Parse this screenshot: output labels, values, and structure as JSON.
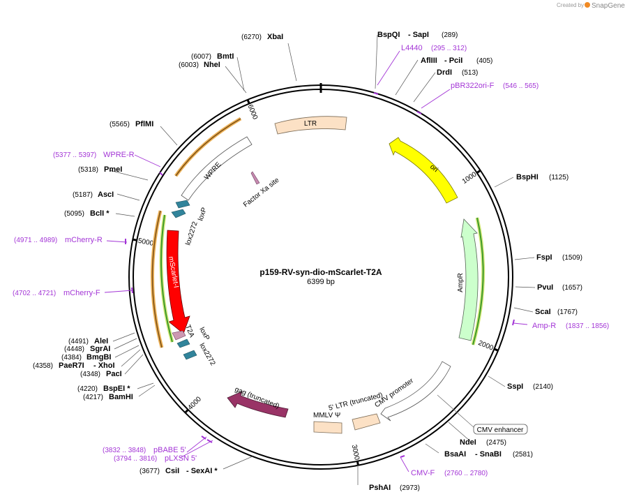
{
  "branding": {
    "created_by": "Created by",
    "product": "SnapGene"
  },
  "map": {
    "name": "p159-RV-syn-dio-mScarlet-T2A",
    "size_label": "6399 bp",
    "total_bp": 6399
  },
  "ticks": [
    {
      "bp": 1000,
      "label": "1000"
    },
    {
      "bp": 2000,
      "label": "2000"
    },
    {
      "bp": 3000,
      "label": "3000"
    },
    {
      "bp": 4000,
      "label": "4000"
    },
    {
      "bp": 5000,
      "label": "5000"
    },
    {
      "bp": 6000,
      "label": "6000"
    }
  ],
  "enzymes": [
    {
      "name": "XbaI",
      "pos": "(6270)"
    },
    {
      "name": "BmtI",
      "pos": "(6007)"
    },
    {
      "name": "NheI",
      "pos": "(6003)"
    },
    {
      "name": "PflMI",
      "pos": "(5565)"
    },
    {
      "name": "PmeI",
      "pos": "(5318)"
    },
    {
      "name": "AscI",
      "pos": "(5187)"
    },
    {
      "name": "BclI *",
      "pos": "(5095)"
    },
    {
      "name": "AleI",
      "pos": "(4491)"
    },
    {
      "name": "SgrAI",
      "pos": "(4448)"
    },
    {
      "name": "BmgBI",
      "pos": "(4384)"
    },
    {
      "name": "PaeR7I",
      "name2": "- XhoI",
      "pos": "(4358)"
    },
    {
      "name": "PacI",
      "pos": "(4348)"
    },
    {
      "name": "BspEI *",
      "pos": "(4220)"
    },
    {
      "name": "BamHI",
      "pos": "(4217)"
    },
    {
      "name": "CsiI",
      "name2": "- SexAI *",
      "pos": "(3677)"
    },
    {
      "name": "PshAI",
      "pos": "(2973)"
    },
    {
      "name": "BsaAI",
      "name2": "- SnaBI",
      "pos": "(2581)"
    },
    {
      "name": "NdeI",
      "pos": "(2475)"
    },
    {
      "name": "SspI",
      "pos": "(2140)"
    },
    {
      "name": "ScaI",
      "pos": "(1767)"
    },
    {
      "name": "PvuI",
      "pos": "(1657)"
    },
    {
      "name": "FspI",
      "pos": "(1509)"
    },
    {
      "name": "BspHI",
      "pos": "(1125)"
    },
    {
      "name": "DrdI",
      "pos": "(513)"
    },
    {
      "name": "AflIII",
      "name2": "- PciI",
      "pos": "(405)"
    },
    {
      "name": "BspQI",
      "name2": "- SapI",
      "pos": "(289)"
    }
  ],
  "primers": [
    {
      "name": "L4440",
      "range": "(295 .. 312)"
    },
    {
      "name": "pBR322ori-F",
      "range": "(546 .. 565)"
    },
    {
      "name": "WPRE-R",
      "range": "(5377 .. 5397)"
    },
    {
      "name": "mCherry-R",
      "range": "(4971 .. 4989)"
    },
    {
      "name": "mCherry-F",
      "range": "(4702 .. 4721)"
    },
    {
      "name": "Amp-R",
      "range": "(1837 .. 1856)"
    },
    {
      "name": "pBABE 5'",
      "range": "(3832 .. 3848)"
    },
    {
      "name": "pLXSN 5'",
      "range": "(3794 .. 3816)"
    },
    {
      "name": "CMV-F",
      "range": "(2760 .. 2780)"
    }
  ],
  "features": {
    "ltr": "LTR",
    "ori": "ori",
    "ampr": "AmpR",
    "wpre": "WPRE",
    "factor_xa": "Factor Xa site",
    "loxp_1": "loxP",
    "lox2272_1": "lox2272",
    "mscarlet": "mScarlet-I",
    "t2a": "T2A",
    "loxp_2": "loxP",
    "lox2272_2": "lox2272",
    "gag": "gag (truncated)",
    "ltr5": "5' LTR (truncated)",
    "mmlv_psi": "MMLV Ψ",
    "cmv_promoter": "CMV promoter",
    "cmv_enhancer": "CMV enhancer"
  },
  "colors": {
    "primer": "#a335d6",
    "ltr": "#fce1c5",
    "ori": "#ffff00",
    "ampr": "#ccffcc",
    "mscarlet": "#ff0000",
    "gag": "#993366",
    "lox": "#31849b",
    "t2a": "#cc99b2",
    "factor_xa": "#c68ab0",
    "orf_green": "#3e9a29",
    "orf_orange": "#ecb158"
  }
}
